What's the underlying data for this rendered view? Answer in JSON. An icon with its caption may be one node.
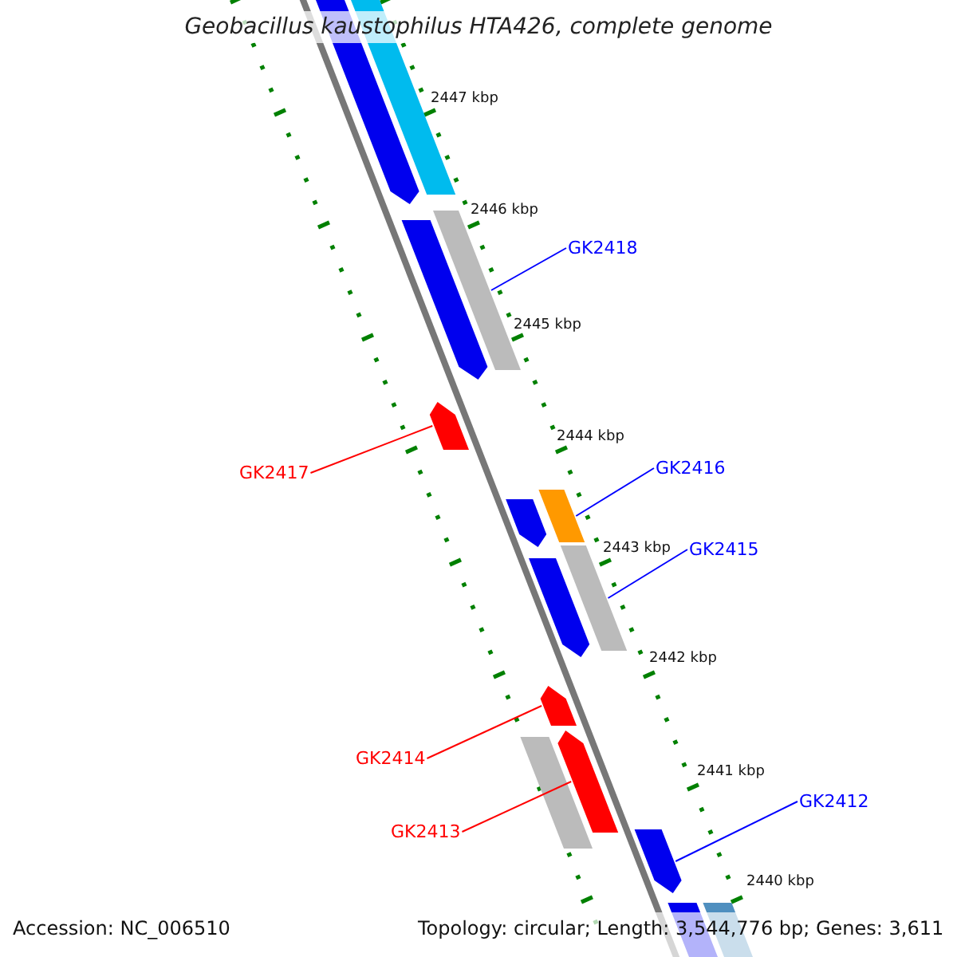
{
  "diagram": {
    "title": "Geobacillus kaustophilus HTA426, complete genome",
    "nodes": [
      {
        "text": [],
        "shape": "bar"
      },
      {
        "text": [],
        "shape": "bar"
      },
      {
        "text": [
          "GK2418"
        ]
      },
      {
        "text": [],
        "shape": "bar"
      },
      {
        "text": [],
        "shape": "bar"
      },
      {
        "text": [],
        "shape": "bar"
      },
      {
        "text": [
          "GK2417"
        ]
      },
      {
        "text": [
          "GK2416"
        ]
      },
      {
        "text": [],
        "shape": "bar"
      },
      {
        "text": [],
        "shape": "bar"
      },
      {
        "text": [
          "GK2415"
        ]
      },
      {
        "text": [],
        "shape": "bar"
      },
      {
        "text": [],
        "shape": "bar"
      },
      {
        "text": [],
        "shape": "bar"
      },
      {
        "text": [
          "GK2414"
        ]
      },
      {
        "text": [],
        "shape": "bar"
      },
      {
        "text": [],
        "shape": "bar"
      },
      {
        "text": [
          "GK2413"
        ]
      },
      {
        "text": [
          "GK2412"
        ]
      },
      {
        "text": [],
        "shape": "bar"
      },
      {
        "text": [],
        "shape": "bar"
      },
      {
        "text": [],
        "shape": "bar"
      }
    ],
    "edges": [
      {
        "from": 2,
        "to": 3,
        "arrow": "none"
      },
      {
        "from": 6,
        "to": 5,
        "arrow": "none",
        "color": "#ff0000"
      },
      {
        "from": 7,
        "to": 8,
        "arrow": "none"
      },
      {
        "from": 10,
        "to": 11,
        "arrow": "none"
      },
      {
        "from": 14,
        "to": 13,
        "arrow": "none",
        "color": "#ff0000"
      },
      {
        "from": 17,
        "to": 16,
        "arrow": "none",
        "color": "#ff0000"
      },
      {
        "from": 18,
        "to": 19,
        "arrow": "none"
      }
    ],
    "labels": [
      "2447 kbp",
      "2446 kbp",
      "2445 kbp",
      "2444 kbp",
      "2443 kbp",
      "2442 kbp",
      "2441 kbp",
      "2440 kbp",
      "Accession: NC_006510",
      "Topology: circular; Length: 3,544,776 bp; Genes: 3,611"
    ]
  }
}
